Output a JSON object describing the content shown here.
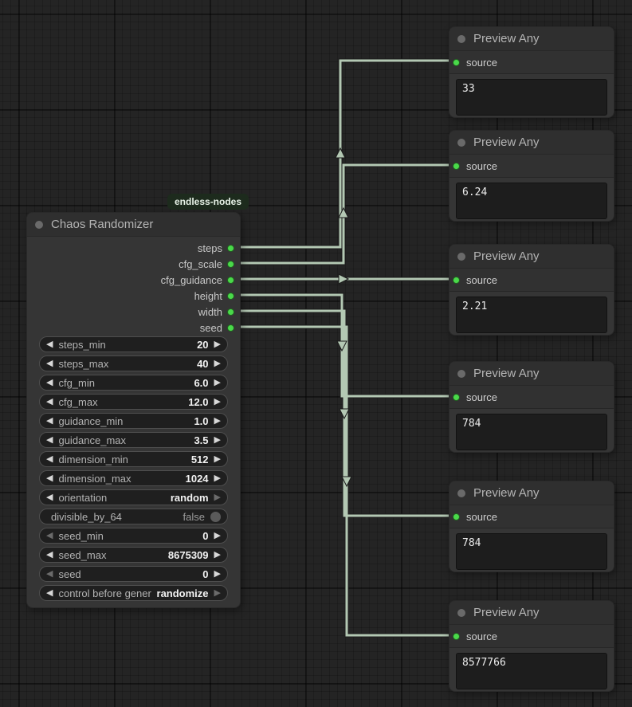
{
  "badge": {
    "label": "endless-nodes"
  },
  "icons": {
    "left_arrow": "◀",
    "right_arrow": "▶"
  },
  "colors": {
    "slot_green": "#4ad94a",
    "wire": "#b3c8b3",
    "node_bg": "#353535",
    "badge_bg": "#1d2b1d",
    "canvas_bg": "#242424"
  },
  "chaos_node": {
    "title": "Chaos Randomizer",
    "outputs": [
      "steps",
      "cfg_scale",
      "cfg_guidance",
      "height",
      "width",
      "seed"
    ],
    "widgets": [
      {
        "label": "steps_min",
        "value": "20"
      },
      {
        "label": "steps_max",
        "value": "40"
      },
      {
        "label": "cfg_min",
        "value": "6.0"
      },
      {
        "label": "cfg_max",
        "value": "12.0"
      },
      {
        "label": "guidance_min",
        "value": "1.0"
      },
      {
        "label": "guidance_max",
        "value": "3.5"
      },
      {
        "label": "dimension_min",
        "value": "512"
      },
      {
        "label": "dimension_max",
        "value": "1024"
      },
      {
        "label": "orientation",
        "value": "random"
      },
      {
        "label": "divisible_by_64",
        "value": "false"
      },
      {
        "label": "seed_min",
        "value": "0"
      },
      {
        "label": "seed_max",
        "value": "8675309"
      },
      {
        "label": "seed",
        "value": "0"
      },
      {
        "label": "control before generate",
        "value": "randomize"
      }
    ]
  },
  "preview_nodes": [
    {
      "title": "Preview Any",
      "input_label": "source",
      "value": "33"
    },
    {
      "title": "Preview Any",
      "input_label": "source",
      "value": "6.24"
    },
    {
      "title": "Preview Any",
      "input_label": "source",
      "value": "2.21"
    },
    {
      "title": "Preview Any",
      "input_label": "source",
      "value": "784"
    },
    {
      "title": "Preview Any",
      "input_label": "source",
      "value": "784"
    },
    {
      "title": "Preview Any",
      "input_label": "source",
      "value": "8577766"
    }
  ],
  "links": [
    {
      "from_slot": "steps",
      "to_preview": 1,
      "to_slot": "source"
    },
    {
      "from_slot": "cfg_scale",
      "to_preview": 2,
      "to_slot": "source"
    },
    {
      "from_slot": "cfg_guidance",
      "to_preview": 3,
      "to_slot": "source"
    },
    {
      "from_slot": "height",
      "to_preview": 4,
      "to_slot": "source"
    },
    {
      "from_slot": "width",
      "to_preview": 5,
      "to_slot": "source"
    },
    {
      "from_slot": "seed",
      "to_preview": 6,
      "to_slot": "source"
    }
  ]
}
